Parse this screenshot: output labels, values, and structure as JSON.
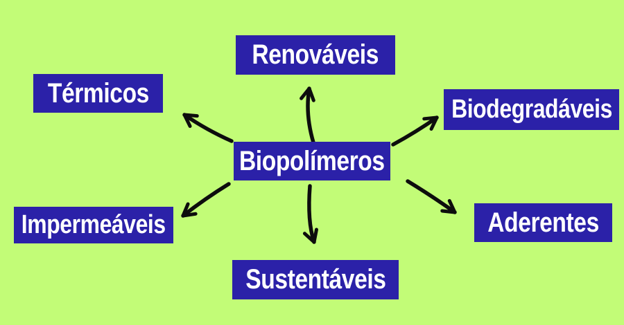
{
  "diagram": {
    "type": "concept-map",
    "colors": {
      "background": "#c2fc77",
      "node_fill": "#2b21a8",
      "node_text": "#ffffff",
      "arrow": "#0d0d0d"
    },
    "center": {
      "label": "Biopolímeros"
    },
    "branches": [
      {
        "label": "Renováveis",
        "position": "top"
      },
      {
        "label": "Térmicos",
        "position": "upper-left"
      },
      {
        "label": "Biodegradáveis",
        "position": "upper-right"
      },
      {
        "label": "Impermeáveis",
        "position": "lower-left"
      },
      {
        "label": "Aderentes",
        "position": "lower-right"
      },
      {
        "label": "Sustentáveis",
        "position": "bottom"
      }
    ]
  }
}
